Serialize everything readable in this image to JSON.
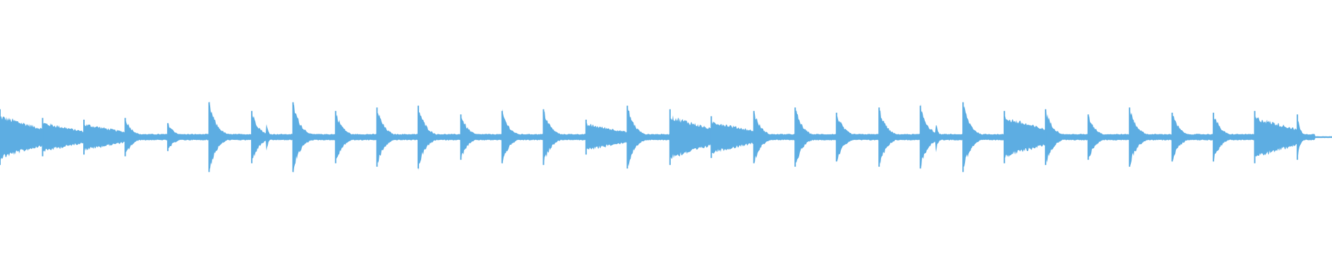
{
  "waveform": {
    "color": "#5dade2",
    "background": "#ffffff",
    "onset_positions": [
      0.0,
      0.032,
      0.063,
      0.094,
      0.126,
      0.157,
      0.189,
      0.22,
      0.252,
      0.283,
      0.314,
      0.346,
      0.377,
      0.408,
      0.44,
      0.471,
      0.503,
      0.534,
      0.566,
      0.597,
      0.628,
      0.66,
      0.691,
      0.723,
      0.754,
      0.785,
      0.817,
      0.848,
      0.88,
      0.911,
      0.942,
      0.974
    ],
    "peak_amplitudes": [
      0.32,
      0.22,
      0.2,
      0.22,
      0.16,
      0.4,
      0.3,
      0.4,
      0.3,
      0.34,
      0.36,
      0.26,
      0.3,
      0.32,
      0.2,
      0.36,
      0.32,
      0.24,
      0.3,
      0.34,
      0.28,
      0.34,
      0.36,
      0.4,
      0.3,
      0.32,
      0.26,
      0.34,
      0.28,
      0.28,
      0.3,
      0.26
    ],
    "sustained_notes": [
      0,
      1,
      2,
      14,
      16,
      17,
      24,
      30
    ],
    "double_hits": [
      2,
      6,
      22
    ],
    "end_fade": 0.987
  }
}
